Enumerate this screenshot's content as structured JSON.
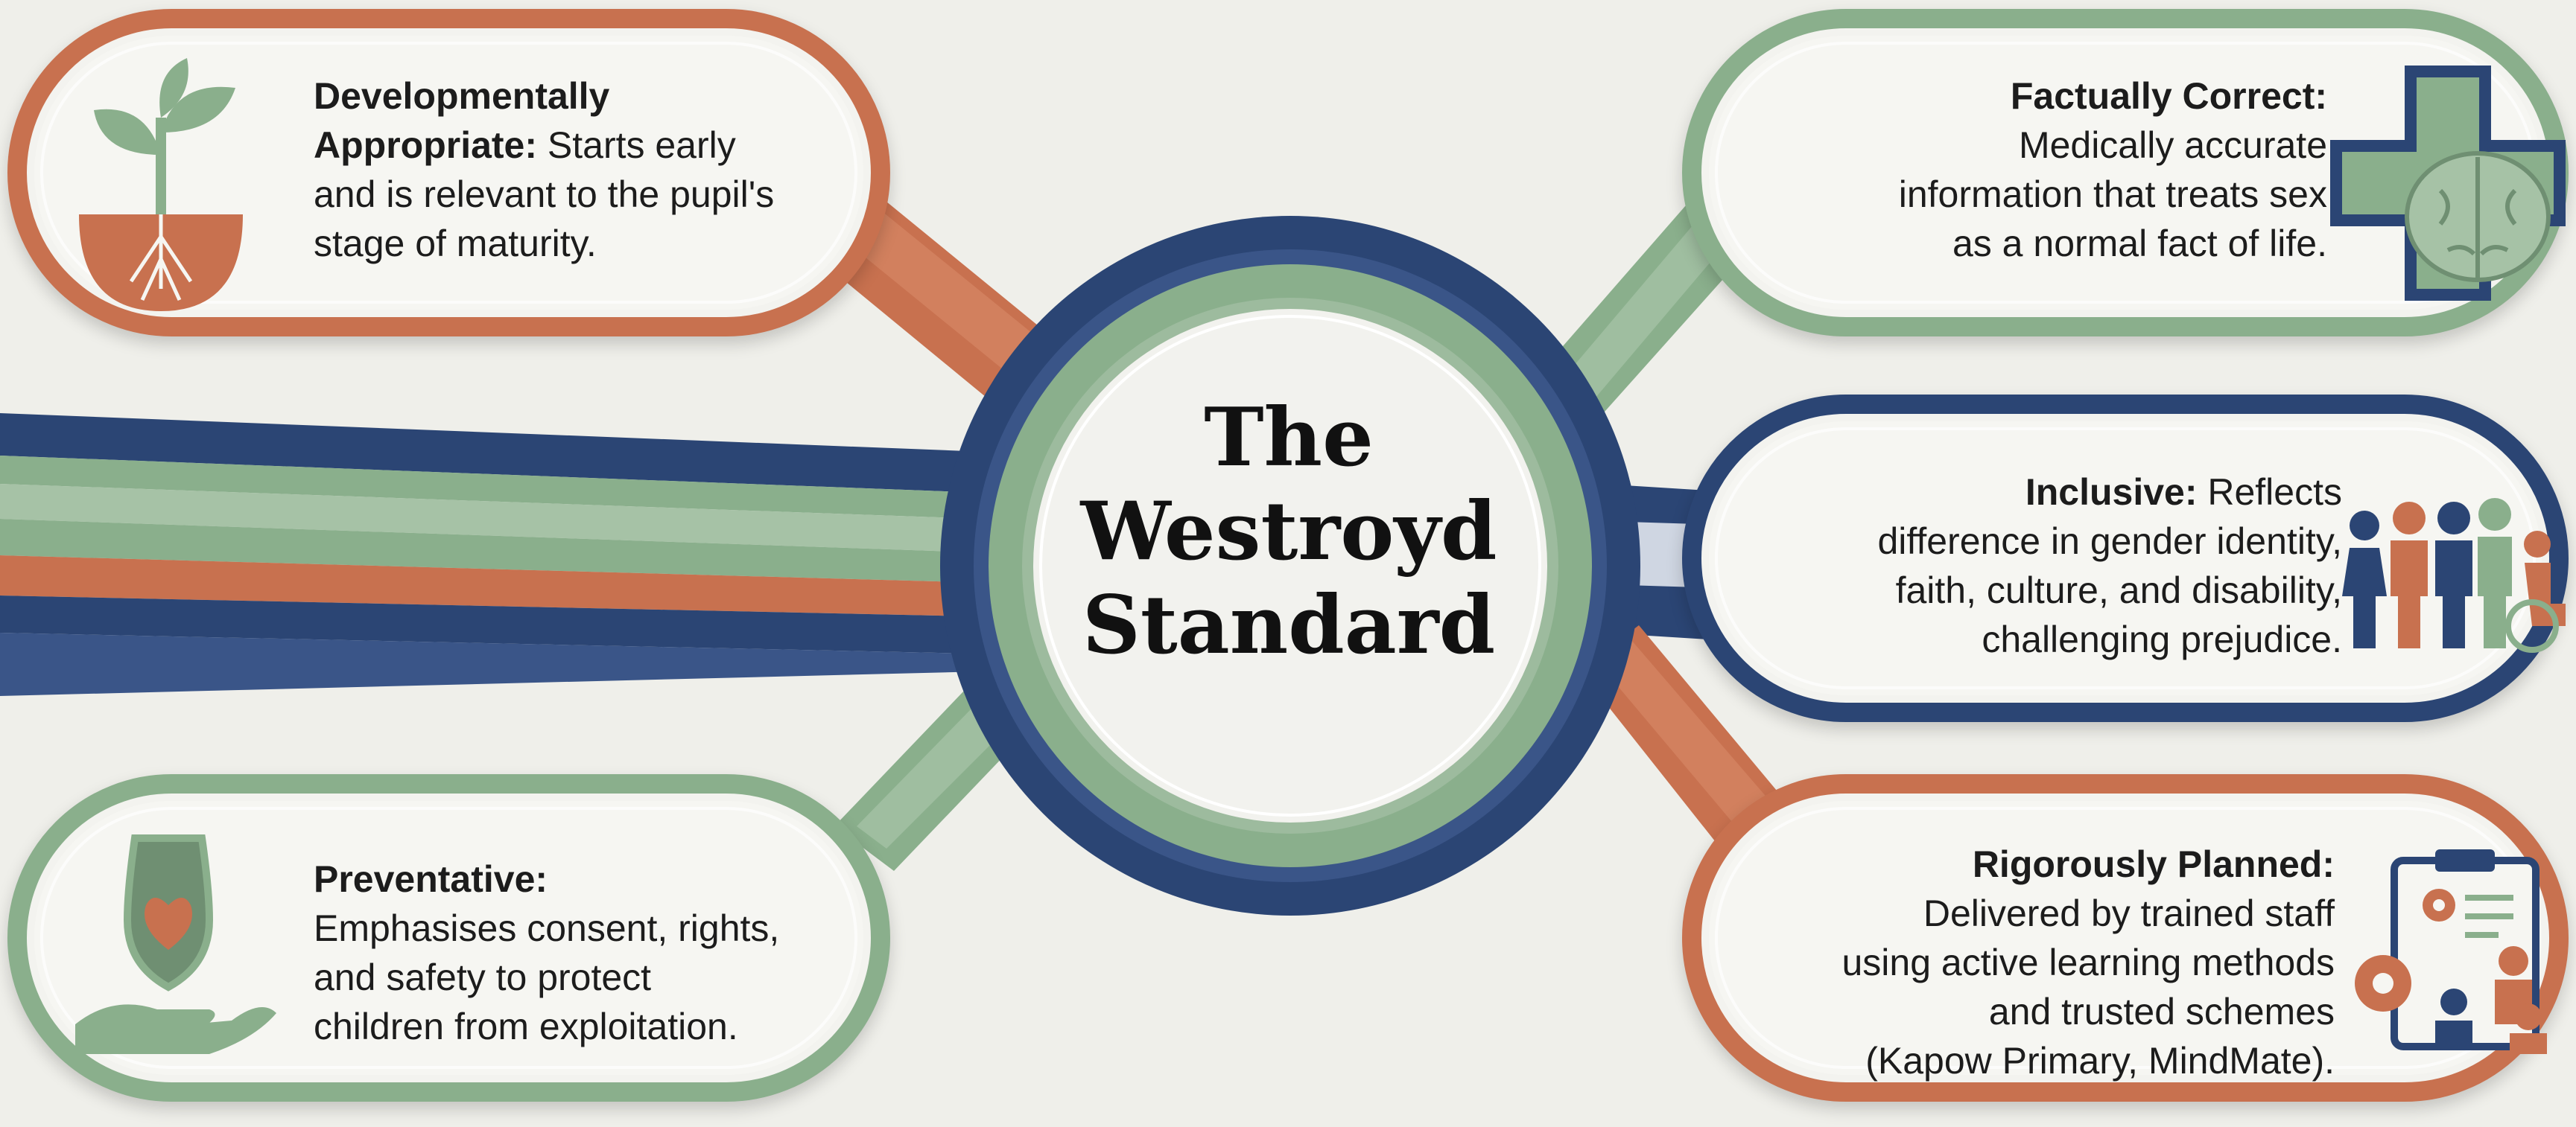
{
  "title": {
    "line1": "The",
    "line2": "Westroyd",
    "line3": "Standard"
  },
  "cards": [
    {
      "id": "developmentally-appropriate",
      "bold_line1": "Developmentally",
      "bold_line2": "Appropriate:",
      "body_line2": " Starts early",
      "body_line3": "and is relevant to the pupil's",
      "body_line4": "stage of maturity.",
      "border_color": "#c8714f",
      "icon": "seedling-icon"
    },
    {
      "id": "factually-correct",
      "bold": "Factually Correct:",
      "lines": [
        "Medically accurate",
        "information that treats sex",
        "as a normal fact of life."
      ],
      "border_color": "#8aaf8c",
      "icon": "medical-cross-brain-icon"
    },
    {
      "id": "inclusive",
      "bold": "Inclusive:",
      "body_line1": " Reflects",
      "lines": [
        "difference in gender identity,",
        "faith, culture, and disability,",
        "challenging prejudice."
      ],
      "border_color": "#2b4574",
      "icon": "diverse-people-icon"
    },
    {
      "id": "preventative",
      "bold": "Preventative:",
      "lines": [
        "Emphasises consent, rights,",
        "and safety to protect",
        "children from exploitation."
      ],
      "border_color": "#8aaf8c",
      "icon": "shield-heart-hand-icon"
    },
    {
      "id": "rigorously-planned",
      "bold": "Rigorously Planned:",
      "lines": [
        "Delivered by trained staff",
        "using active learning methods",
        "and trusted schemes",
        "(Kapow Primary, MindMate)."
      ],
      "border_color": "#c8714f",
      "icon": "clipboard-gears-teacher-icon"
    }
  ],
  "colors": {
    "orange": "#c8714f",
    "green": "#8aaf8c",
    "navy": "#2b4574",
    "background": "#efefea"
  }
}
